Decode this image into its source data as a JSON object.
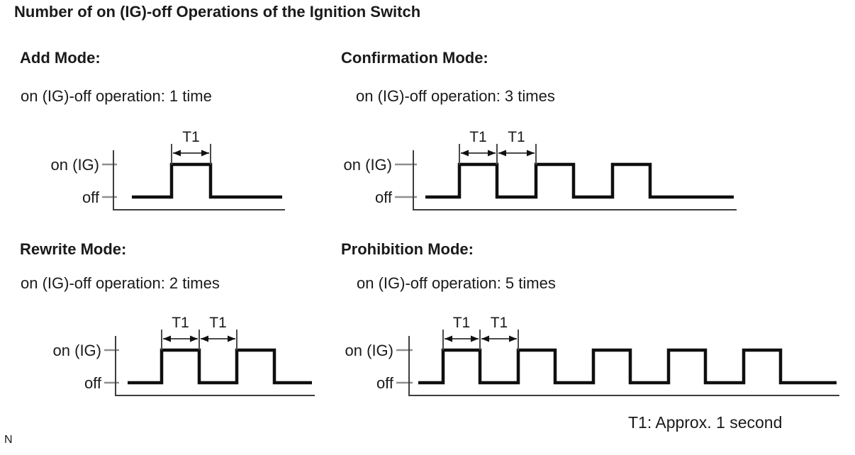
{
  "title": "Number of on (IG)-off Operations of the Ignition Switch",
  "t1_note": "T1: Approx. 1 second",
  "page_marker": "N",
  "axis_labels": {
    "on": "on (IG)",
    "off": "off"
  },
  "t1_label": "T1",
  "modes": [
    {
      "id": "add-mode",
      "heading": "Add Mode:",
      "operation": "on (IG)-off operation: 1 time",
      "pulses": 1,
      "t1_markers": 1
    },
    {
      "id": "confirmation-mode",
      "heading": "Confirmation Mode:",
      "operation": "on (IG)-off operation: 3 times",
      "pulses": 3,
      "t1_markers": 2
    },
    {
      "id": "rewrite-mode",
      "heading": "Rewrite Mode:",
      "operation": "on (IG)-off operation: 2 times",
      "pulses": 2,
      "t1_markers": 2
    },
    {
      "id": "prohibition-mode",
      "heading": "Prohibition Mode:",
      "operation": "on (IG)-off operation: 5 times",
      "pulses": 5,
      "t1_markers": 2
    }
  ],
  "colors": {
    "background": "#ffffff",
    "text": "#1a1a1a",
    "wave": "#0f0f0f",
    "axis": "#3d3d3d",
    "tick": "#8f8f8f",
    "dimension": "#4a4a4a",
    "arrow": "#111111"
  }
}
